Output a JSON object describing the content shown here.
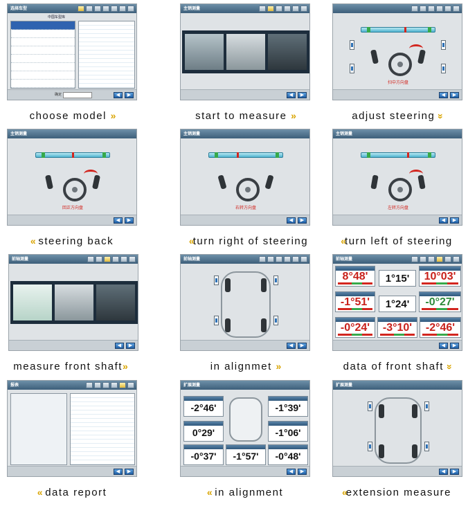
{
  "steps": [
    {
      "caption": "choose model",
      "arrow": "»",
      "screen_title": "选择车型",
      "tab": "中国车型库",
      "footer": "确定"
    },
    {
      "caption": "start to measure",
      "arrow": "»",
      "screen_title": "主销测量"
    },
    {
      "caption": "adjust steering",
      "arrow": "»",
      "screen_title": "",
      "instruction": "扫中方向盘"
    },
    {
      "caption": "steering back",
      "arrow": "«",
      "screen_title": "主销测量",
      "instruction": "回正方向盘"
    },
    {
      "caption": "turn right of steering",
      "arrow": "«",
      "screen_title": "主销测量",
      "instruction": "右转方向盘"
    },
    {
      "caption": "turn left of steering",
      "arrow": "«",
      "screen_title": "主销测量",
      "instruction": "左转方向盘"
    },
    {
      "caption": "measure front shaft",
      "arrow": "»",
      "screen_title": "前轴测量"
    },
    {
      "caption": "in alignmet",
      "arrow": "»",
      "screen_title": "前轴测量"
    },
    {
      "caption": "data of front shaft",
      "arrow": "»",
      "screen_title": "前轴测量",
      "values": [
        "8°48'",
        "1°15'",
        "10°03'",
        "-1°51'",
        "1°24'",
        "-0°27'",
        "-0°24'",
        "-3°10'",
        "-2°46'"
      ]
    },
    {
      "caption": "data report",
      "arrow": "«",
      "screen_title": "报表"
    },
    {
      "caption": "in alignment",
      "arrow": "«",
      "screen_title": "扩展测量",
      "values": [
        "-2°46'",
        "-1°39'",
        "0°29'",
        "-1°06'",
        "-0°37'",
        "-1°57'",
        "-0°48'"
      ]
    },
    {
      "caption": "extension measure",
      "arrow": "«",
      "screen_title": "扩展测量"
    }
  ],
  "colors": {
    "title_bar": "#3d5f7a",
    "red_value": "#c8211b",
    "black_value": "#111111",
    "accent_yellow": "#d9a400"
  }
}
